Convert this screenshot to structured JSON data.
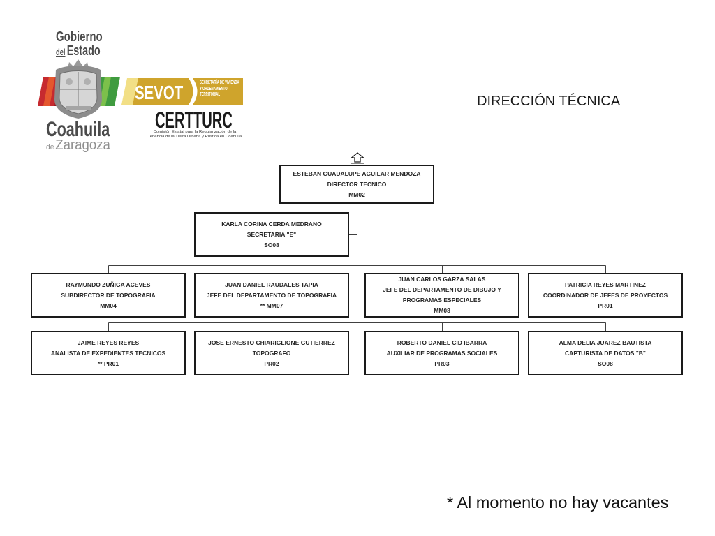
{
  "logo": {
    "gobierno": "Gobierno",
    "del": "del",
    "estado": "Estado",
    "coahuila": "Coahuila",
    "de": "de",
    "zaragoza": "Zaragoza",
    "sevot": "SEVOT",
    "sevot_lines": [
      "SECRETARÍA DE VIVIENDA",
      "Y ORDENAMIENTO",
      "TERRITORIAL"
    ],
    "certturc": "CERTTURC",
    "certturc_lines": [
      "Comisión Estatal para la Regularización de la",
      "Tenencia de la Tierra Urbana y Rústica en Coahuila"
    ]
  },
  "title": "DIRECCIÓN TÉCNICA",
  "org_chart": {
    "director": {
      "name": "ESTEBAN GUADALUPE AGUILAR MENDOZA",
      "position": "DIRECTOR TECNICO",
      "code": "MM02"
    },
    "secretary": {
      "name": "KARLA CORINA CERDA MEDRANO",
      "position": "SECRETARIA \"E\"",
      "code": "SO08"
    },
    "level_1": [
      {
        "name": "RAYMUNDO ZUÑIGA ACEVES",
        "position": "SUBDIRECTOR DE TOPOGRAFIA",
        "code": "MM04"
      },
      {
        "name": "JUAN DANIEL RAUDALES TAPIA",
        "position": "JEFE DEL DEPARTAMENTO DE TOPOGRAFIA",
        "code": "** MM07"
      },
      {
        "name": "JUAN CARLOS GARZA SALAS",
        "position": "JEFE DEL DEPARTAMENTO DE DIBUJO Y PROGRAMAS ESPECIALES",
        "code": "MM08"
      },
      {
        "name": "PATRICIA REYES MARTINEZ",
        "position": "COORDINADOR DE JEFES DE PROYECTOS",
        "code": "PR01"
      }
    ],
    "level_2": [
      {
        "name": "JAIME REYES REYES",
        "position": "ANALISTA DE EXPEDIENTES TECNICOS",
        "code": "** PR01"
      },
      {
        "name": "JOSE ERNESTO CHIARIGLIONE GUTIERREZ",
        "position": "TOPOGRAFO",
        "code": "PR02"
      },
      {
        "name": "ROBERTO DANIEL CID IBARRA",
        "position": "AUXILIAR DE PROGRAMAS SOCIALES",
        "code": "PR03"
      },
      {
        "name": "ALMA DELIA JUAREZ BAUTISTA",
        "position": "CAPTURISTA DE DATOS \"B\"",
        "code": "SO08"
      }
    ]
  },
  "footnote": "* Al momento no hay vacantes",
  "icons": {
    "top_marker": "up-arrow-icon",
    "seal": "state-seal-icon"
  },
  "colors": {
    "box_border": "#1a1a1a",
    "box_text": "#262626",
    "connector": "#404040",
    "logo_gray": "#4b4b4b",
    "coahuila_red": "#c62a2f",
    "coahuila_green": "#3f9b3f",
    "sevot_gold": "#cfa42c",
    "sevot_pale": "#f2df86"
  }
}
